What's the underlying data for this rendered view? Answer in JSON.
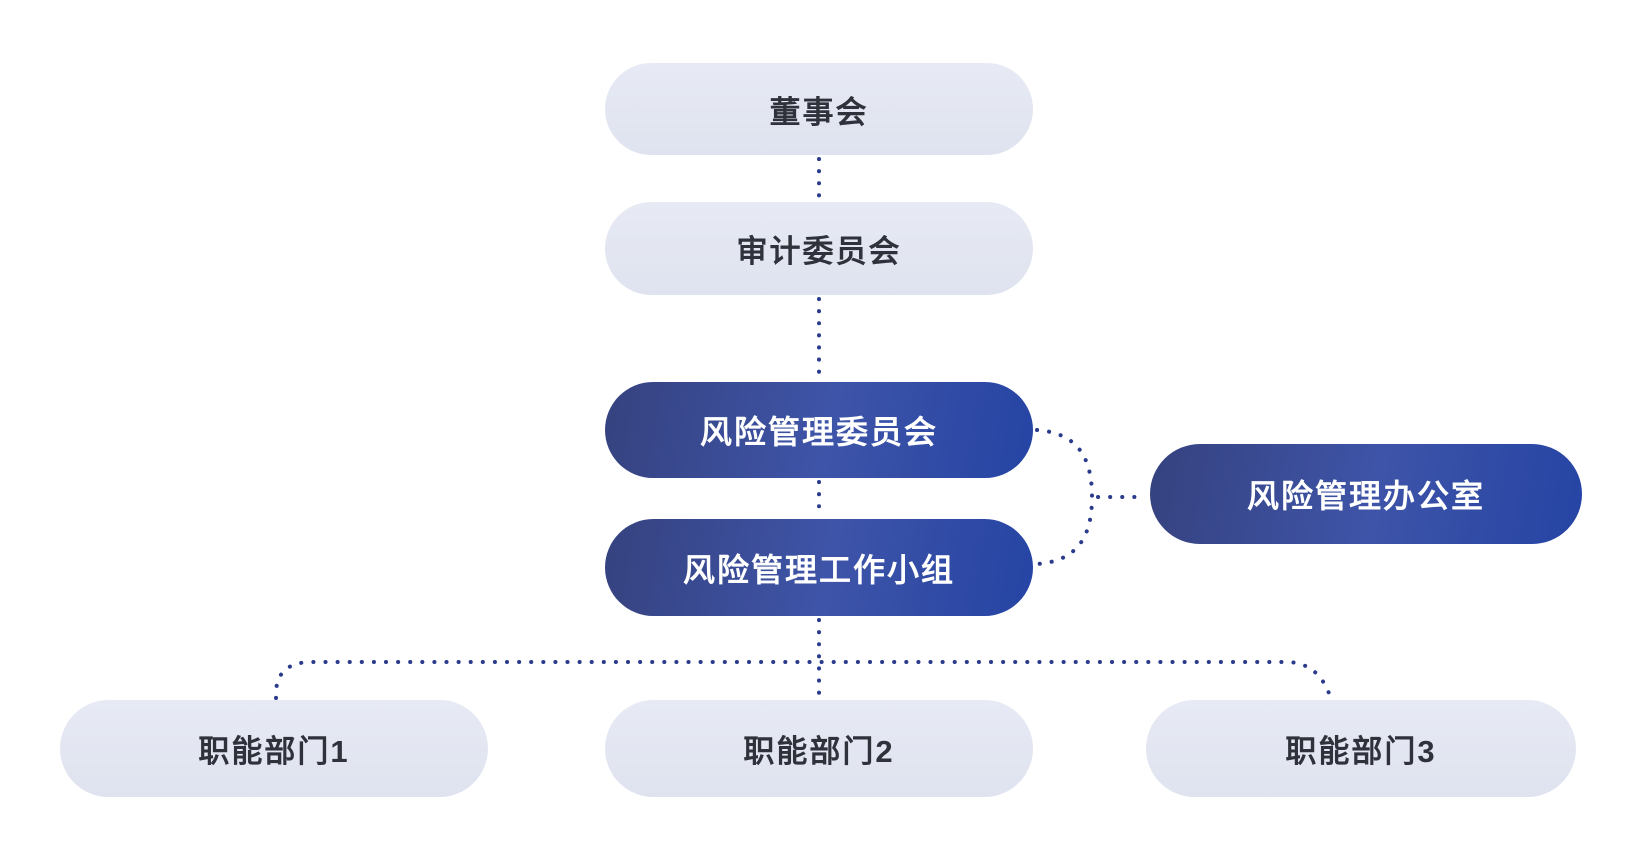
{
  "diagram": {
    "type": "org-chart",
    "nodes": {
      "board": {
        "label": "董事会",
        "style": "light"
      },
      "audit": {
        "label": "审计委员会",
        "style": "light"
      },
      "committee": {
        "label": "风险管理委员会",
        "style": "dark"
      },
      "workgroup": {
        "label": "风险管理工作小组",
        "style": "dark"
      },
      "office": {
        "label": "风险管理办公室",
        "style": "dark"
      },
      "dept1": {
        "label": "职能部门1",
        "style": "light"
      },
      "dept2": {
        "label": "职能部门2",
        "style": "light"
      },
      "dept3": {
        "label": "职能部门3",
        "style": "light"
      }
    },
    "edges": [
      {
        "from": "board",
        "to": "audit",
        "line": "dotted"
      },
      {
        "from": "audit",
        "to": "committee",
        "line": "dotted"
      },
      {
        "from": "committee",
        "to": "workgroup",
        "line": "dotted"
      },
      {
        "from": "committee",
        "to": "office",
        "line": "dotted-bracket"
      },
      {
        "from": "workgroup",
        "to": "office",
        "line": "dotted-bracket"
      },
      {
        "from": "workgroup",
        "to": "dept1",
        "line": "dotted"
      },
      {
        "from": "workgroup",
        "to": "dept2",
        "line": "dotted"
      },
      {
        "from": "workgroup",
        "to": "dept3",
        "line": "dotted"
      }
    ]
  },
  "colors": {
    "background": "#FFFFFF",
    "node_light_bg_top": "#E7EAF4",
    "node_light_bg_bottom": "#DFE3EF",
    "node_light_text": "#2F323B",
    "node_dark_gradient_start": "#36427F",
    "node_dark_gradient_mid": "#3E54A8",
    "node_dark_gradient_end": "#2544A4",
    "node_dark_text": "#FFFFFF",
    "connector": "#2B3B8C"
  }
}
